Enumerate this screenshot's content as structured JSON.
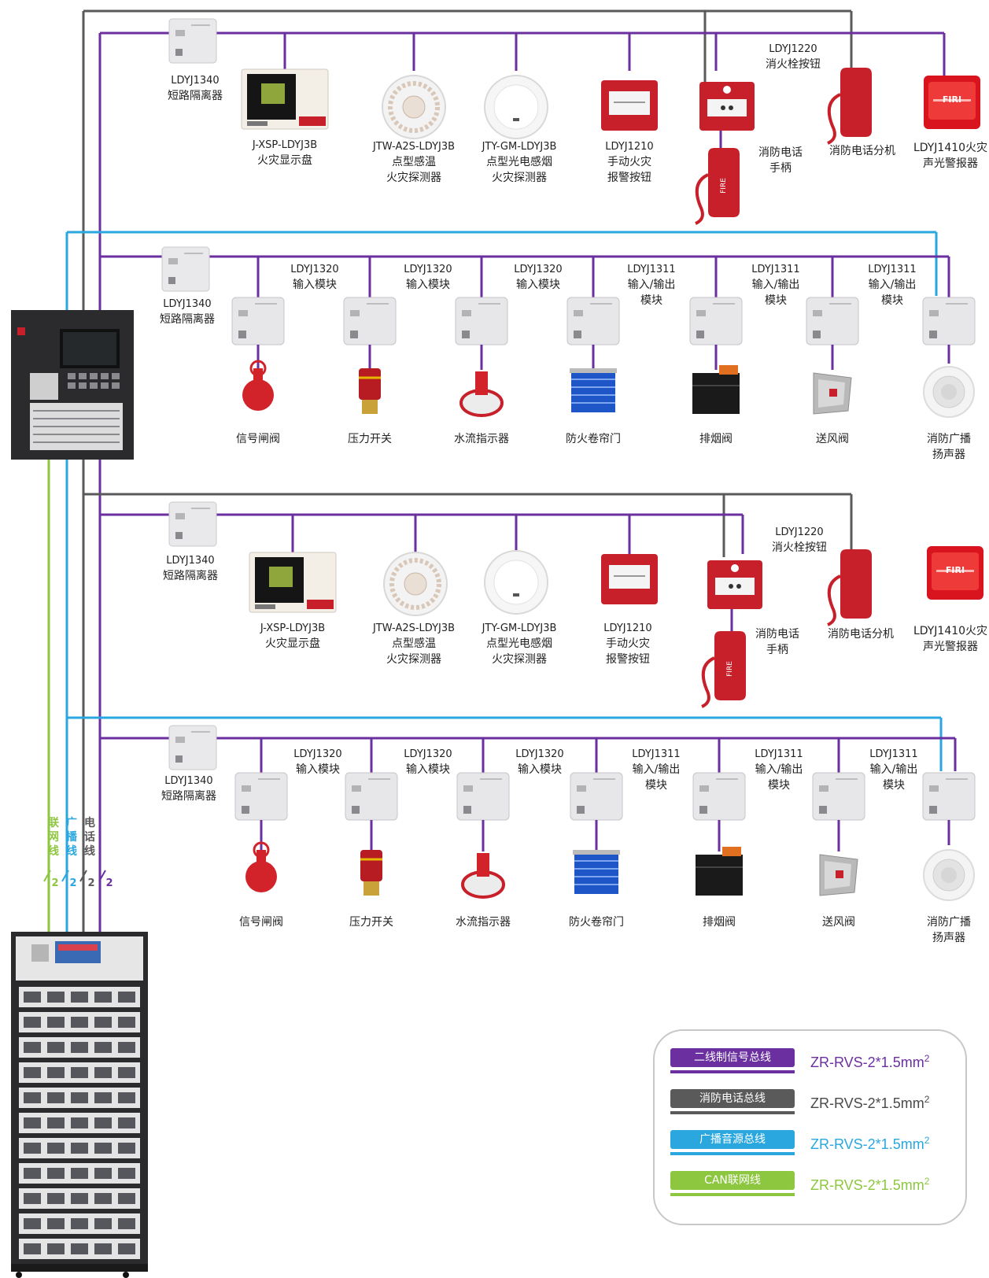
{
  "colors": {
    "signal": "#6b2fa0",
    "phone": "#5a5a5a",
    "broadcast": "#2aa7df",
    "can": "#8dc63f",
    "red": "#c8202a"
  },
  "floor_a": {
    "isolator": {
      "code": "LDYJ1340",
      "name": "短路隔离器"
    },
    "display": {
      "code": "J-XSP-LDYJ3B",
      "name": "火灾显示盘"
    },
    "heat": {
      "code": "JTW-A2S-LDYJ3B",
      "l1": "点型感温",
      "l2": "火灾探测器"
    },
    "smoke": {
      "code": "JTY-GM-LDYJ3B",
      "l1": "点型光电感烟",
      "l2": "火灾探测器"
    },
    "manual": {
      "code": "LDYJ1210",
      "l1": "手动火灾",
      "l2": "报警按钮"
    },
    "hydrant": {
      "code": "LDYJ1220",
      "name": "消火栓按钮"
    },
    "handset": {
      "l1": "消防电话",
      "l2": "手柄"
    },
    "extension": {
      "name": "消防电话分机"
    },
    "alarm": {
      "l1": "LDYJ1410火灾",
      "l2": "声光警报器"
    }
  },
  "floor_b": {
    "isolator": {
      "code": "LDYJ1340",
      "name": "短路隔离器"
    },
    "modules": [
      {
        "code": "LDYJ1320",
        "l1": "输入模块",
        "l2": "",
        "device": "信号闸阀"
      },
      {
        "code": "LDYJ1320",
        "l1": "输入模块",
        "l2": "",
        "device": "压力开关"
      },
      {
        "code": "LDYJ1320",
        "l1": "输入模块",
        "l2": "",
        "device": "水流指示器"
      },
      {
        "code": "LDYJ1311",
        "l1": "输入/输出",
        "l2": "模块",
        "device": "防火卷帘门"
      },
      {
        "code": "LDYJ1311",
        "l1": "输入/输出",
        "l2": "模块",
        "device": "排烟阀"
      },
      {
        "code": "LDYJ1311",
        "l1": "输入/输出",
        "l2": "模块",
        "device": "送风阀"
      }
    ],
    "speaker": {
      "l1": "消防广播",
      "l2": "扬声器"
    }
  },
  "floor_c": {
    "isolator": {
      "code": "LDYJ1340",
      "name": "短路隔离器"
    },
    "display": {
      "code": "J-XSP-LDYJ3B",
      "name": "火灾显示盘"
    },
    "heat": {
      "code": "JTW-A2S-LDYJ3B",
      "l1": "点型感温",
      "l2": "火灾探测器"
    },
    "smoke": {
      "code": "JTY-GM-LDYJ3B",
      "l1": "点型光电感烟",
      "l2": "火灾探测器"
    },
    "manual": {
      "code": "LDYJ1210",
      "l1": "手动火灾",
      "l2": "报警按钮"
    },
    "hydrant": {
      "code": "LDYJ1220",
      "name": "消火栓按钮"
    },
    "handset": {
      "l1": "消防电话",
      "l2": "手柄"
    },
    "extension": {
      "name": "消防电话分机"
    },
    "alarm": {
      "l1": "LDYJ1410火灾",
      "l2": "声光警报器"
    }
  },
  "floor_d": {
    "isolator": {
      "code": "LDYJ1340",
      "name": "短路隔离器"
    },
    "modules": [
      {
        "code": "LDYJ1320",
        "l1": "输入模块",
        "l2": "",
        "device": "信号闸阀"
      },
      {
        "code": "LDYJ1320",
        "l1": "输入模块",
        "l2": "",
        "device": "压力开关"
      },
      {
        "code": "LDYJ1320",
        "l1": "输入模块",
        "l2": "",
        "device": "水流指示器"
      },
      {
        "code": "LDYJ1311",
        "l1": "输入/输出",
        "l2": "模块",
        "device": "防火卷帘门"
      },
      {
        "code": "LDYJ1311",
        "l1": "输入/输出",
        "l2": "模块",
        "device": "排烟阀"
      },
      {
        "code": "LDYJ1311",
        "l1": "输入/输出",
        "l2": "模块",
        "device": "送风阀"
      }
    ],
    "speaker": {
      "l1": "消防广播",
      "l2": "扬声器"
    }
  },
  "trunk": {
    "labels": [
      "联",
      "网",
      "线",
      "广",
      "播",
      "线",
      "电",
      "话",
      "线"
    ],
    "count": "2",
    "fire_text": "FIRE",
    "fire_text_alarm": "FIRI"
  },
  "legend": [
    {
      "label": "二线制信号总线",
      "spec": "ZR-RVS-2*1.5mm",
      "sup": "2",
      "color": "#6b2fa0"
    },
    {
      "label": "消防电话总线",
      "spec": "ZR-RVS-2*1.5mm",
      "sup": "2",
      "color": "#5a5a5a"
    },
    {
      "label": "广播音源总线",
      "spec": "ZR-RVS-2*1.5mm",
      "sup": "2",
      "color": "#2aa7df"
    },
    {
      "label": "CAN联网线",
      "spec": "ZR-RVS-2*1.5mm",
      "sup": "2",
      "color": "#8dc63f"
    }
  ]
}
